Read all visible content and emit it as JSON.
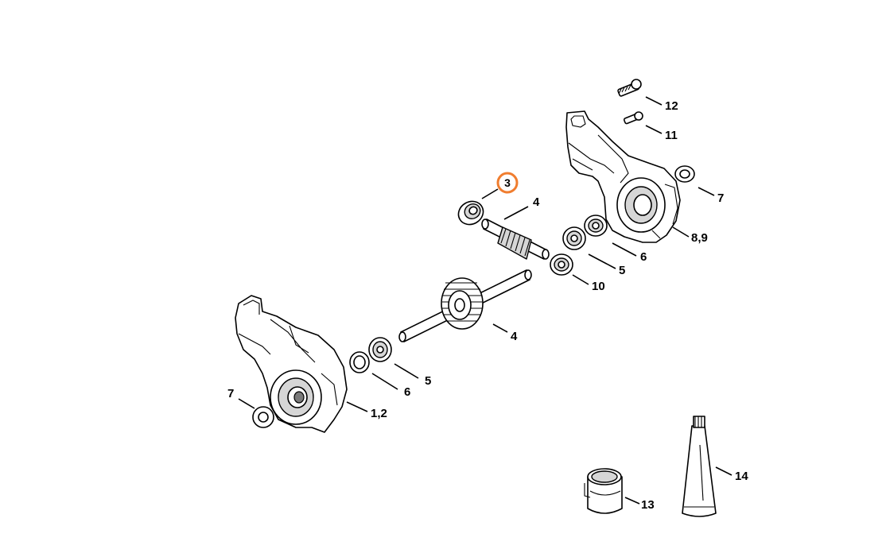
{
  "diagram": {
    "highlight_color": "#f07d2f",
    "callouts": {
      "c3": "3",
      "c4_top": "4",
      "c4_bottom": "4",
      "c5_top": "5",
      "c5_bottom": "5",
      "c6_top": "6",
      "c6_bottom": "6",
      "c7_right": "7",
      "c7_left": "7",
      "c89": "8,9",
      "c10": "10",
      "c11": "11",
      "c12": "12",
      "c12_left": "1,2",
      "c13": "13",
      "c14": "14"
    }
  }
}
